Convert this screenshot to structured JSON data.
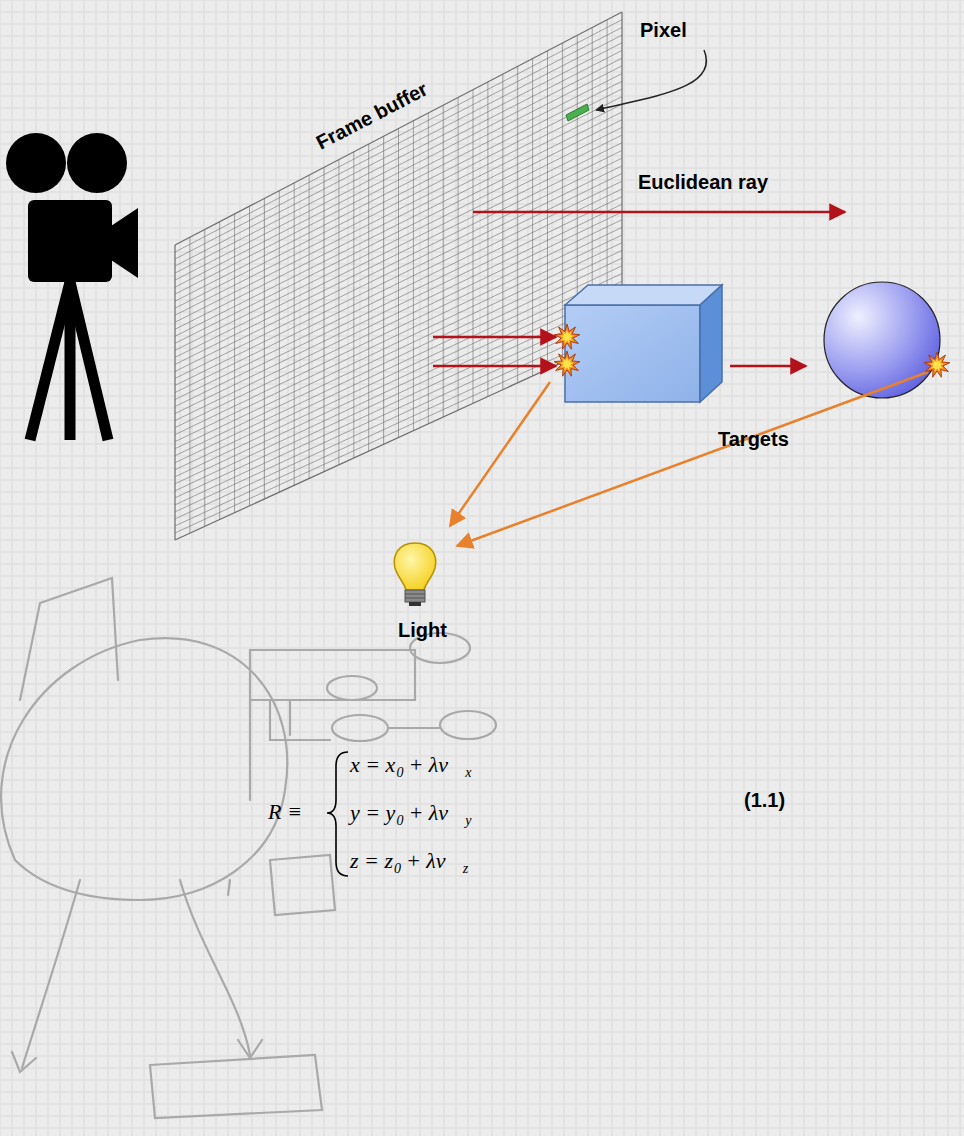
{
  "diagram": {
    "labels": [
      "Pixel",
      "Frame buffer",
      "Euclidean ray",
      "Targets",
      "Light",
      "R ≡",
      "x = x",
      "0",
      "+ λv⃗",
      "x",
      "y = y",
      "0",
      "+ λv⃗",
      "y",
      "z = z",
      "0",
      "+ λv⃗",
      "z",
      "(1.1)"
    ]
  }
}
